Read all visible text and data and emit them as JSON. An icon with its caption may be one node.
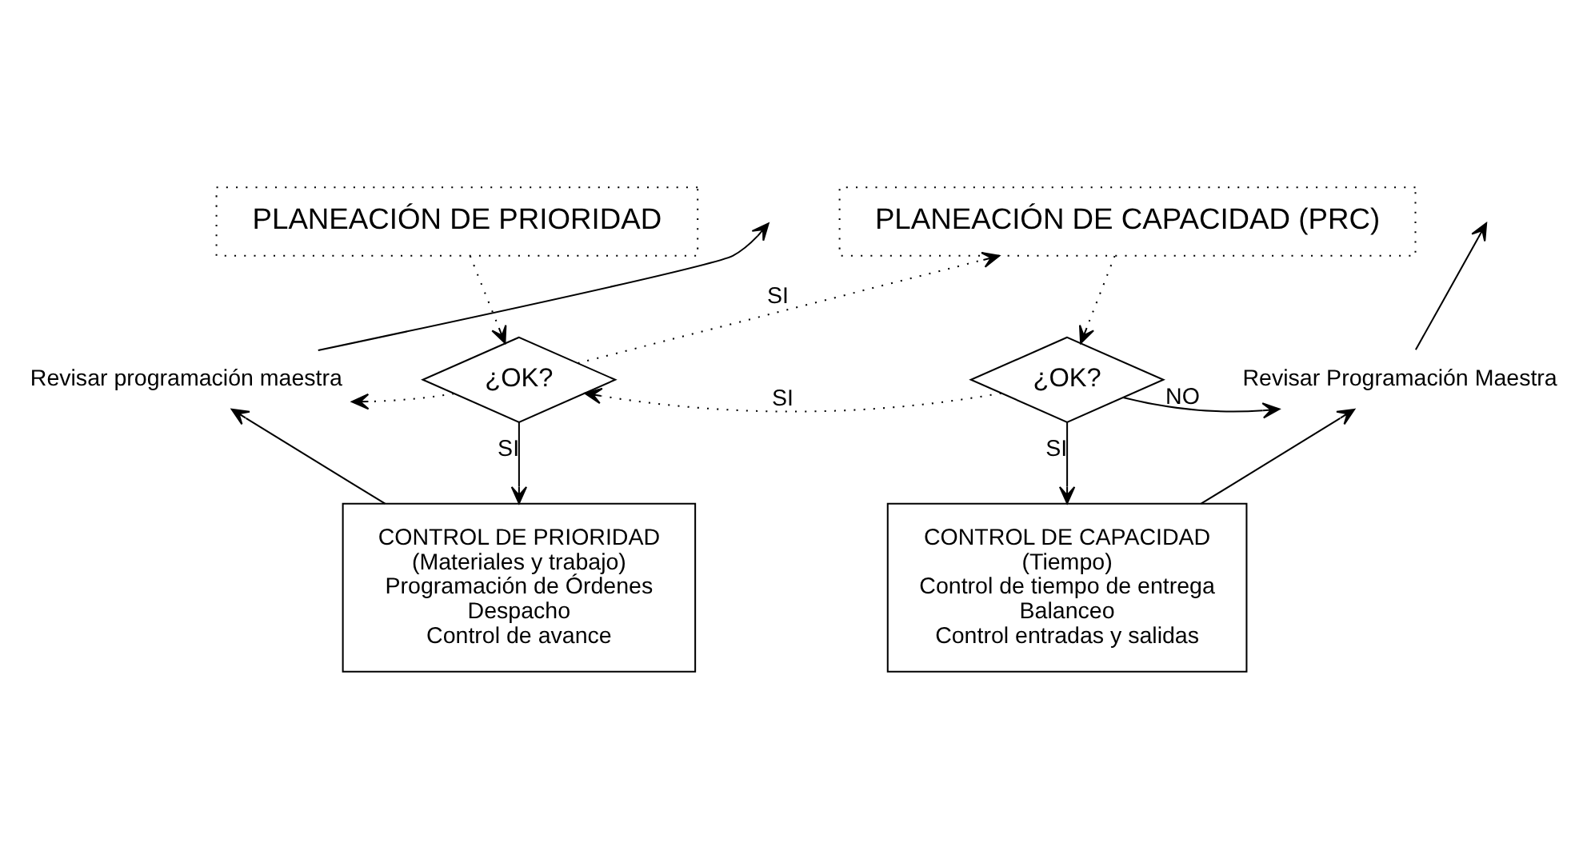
{
  "diagram": {
    "nodes": [
      {
        "text": [
          "PLANEACIÓN DE PRIORIDAD"
        ]
      },
      {
        "text": [
          "PLANEACIÓN DE CAPACIDAD (PRC)"
        ]
      },
      {
        "text": [
          "¿OK?"
        ]
      },
      {
        "text": [
          "¿OK?"
        ]
      },
      {
        "text": [
          "Revisar programación maestra"
        ]
      },
      {
        "text": [
          "Revisar Programación Maestra"
        ]
      },
      {
        "text": [
          "CONTROL DE PRIORIDAD",
          "(Materiales y trabajo)",
          "Programación de Órdenes",
          "Despacho",
          "Control de avance"
        ]
      },
      {
        "text": [
          "CONTROL DE CAPACIDAD",
          "(Tiempo)",
          "Control de tiempo de entrega",
          "Balanceo",
          "Control entradas y salidas"
        ]
      }
    ],
    "edges": [
      {
        "from": 0,
        "to": 2,
        "arrow": "to",
        "style": "dashed"
      },
      {
        "from": 2,
        "to": 1,
        "arrow": "to",
        "label": "SI",
        "style": "dashed"
      },
      {
        "from": 1,
        "to": 3,
        "arrow": "to",
        "style": "dashed"
      },
      {
        "from": 3,
        "to": 2,
        "arrow": "to",
        "label": "SI",
        "style": "dashed"
      },
      {
        "from": 2,
        "to": 4,
        "arrow": "to",
        "style": "dashed"
      },
      {
        "from": 3,
        "to": 5,
        "arrow": "to",
        "label": "NO"
      },
      {
        "from": 2,
        "to": 6,
        "arrow": "to",
        "label": "SI"
      },
      {
        "from": 3,
        "to": 7,
        "arrow": "to",
        "label": "SI"
      },
      {
        "from": 6,
        "to": 4,
        "arrow": "to"
      },
      {
        "from": 7,
        "to": 5,
        "arrow": "to"
      },
      {
        "from": 4,
        "to": null,
        "arrow": "to"
      },
      {
        "from": 5,
        "to": null,
        "arrow": "to"
      }
    ]
  }
}
